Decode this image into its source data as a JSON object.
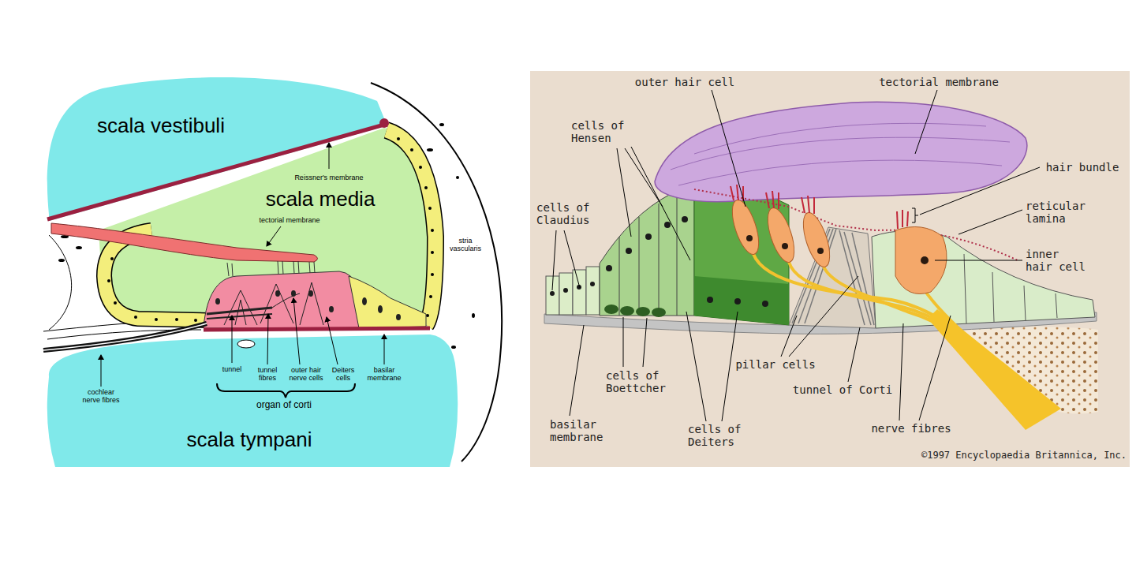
{
  "diagram": {
    "labels": [
      "scala vestibuli",
      "Reissner's membrane",
      "scala media",
      "tectorial membrane",
      "stria vascularis",
      "cochlear nerve fibres",
      "tunnel",
      "tunnel fibres",
      "outer hair nerve cells",
      "Deiters cells",
      "basilar membrane",
      "organ of corti",
      "scala tympani",
      "outer hair cell",
      "tectorial membrane",
      "cells of Hensen",
      "hair bundle",
      "cells of Claudius",
      "reticular lamina",
      "inner hair cell",
      "pillar cells",
      "tunnel of Corti",
      "cells of Boettcher",
      "basilar membrane",
      "cells of Deiters",
      "nerve fibres",
      "©1997 Encyclopaedia Britannica, Inc."
    ]
  }
}
